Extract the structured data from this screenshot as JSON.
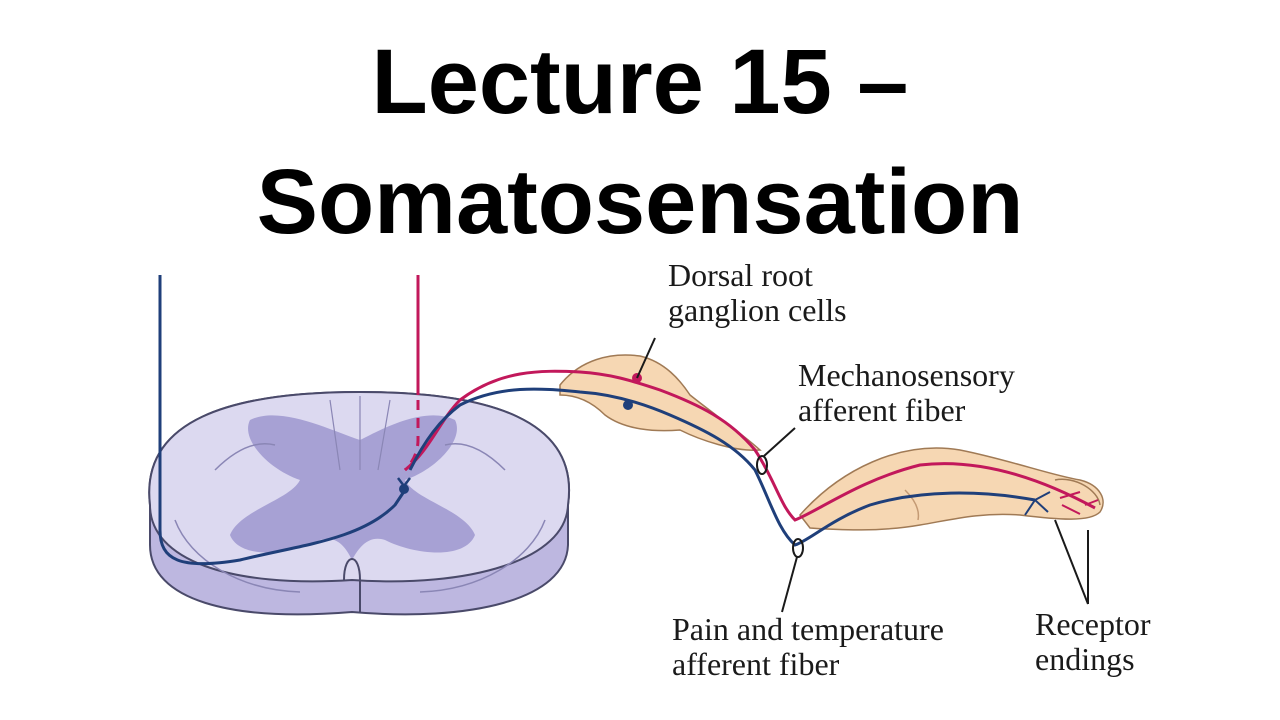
{
  "slide": {
    "title_line1": "Lecture 15 –",
    "title_line2": "Somatosensation"
  },
  "figure": {
    "labels": {
      "drg_line1": "Dorsal root",
      "drg_line2": "ganglion cells",
      "mech_line1": "Mechanosensory",
      "mech_line2": "afferent fiber",
      "pain_line1": "Pain and temperature",
      "pain_line2": "afferent fiber",
      "receptor_line1": "Receptor",
      "receptor_line2": "endings"
    },
    "colors": {
      "mechanosensory_fiber": "#c2185b",
      "pain_fiber": "#1f3f7a",
      "spinal_cord": "#d9d6ef",
      "gray_matter": "#9e97cf",
      "ganglion_and_skin": "#f6d7b3"
    }
  }
}
